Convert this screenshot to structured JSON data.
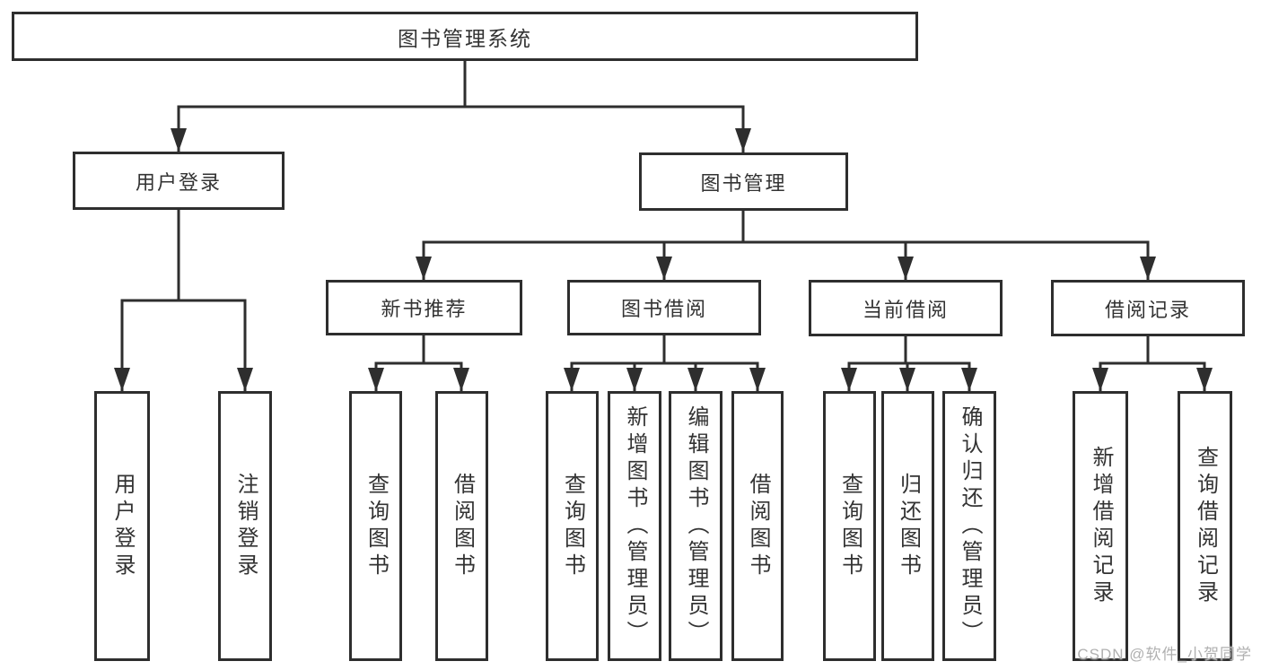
{
  "diagram": {
    "title": "图书管理系统",
    "level2": [
      {
        "label": "用户登录"
      },
      {
        "label": "图书管理"
      }
    ],
    "level3": [
      {
        "label": "新书推荐"
      },
      {
        "label": "图书借阅"
      },
      {
        "label": "当前借阅"
      },
      {
        "label": "借阅记录"
      }
    ],
    "leaves": [
      {
        "label": "用户登录"
      },
      {
        "label": "注销登录"
      },
      {
        "label": "查询图书"
      },
      {
        "label": "借阅图书"
      },
      {
        "label": "查询图书"
      },
      {
        "label": "新增图书（管理员）"
      },
      {
        "label": "编辑图书（管理员）"
      },
      {
        "label": "借阅图书"
      },
      {
        "label": "查询图书"
      },
      {
        "label": "归还图书"
      },
      {
        "label": "确认归还（管理员）"
      },
      {
        "label": "新增借阅记录"
      },
      {
        "label": "查询借阅记录"
      }
    ]
  },
  "watermark": "CSDN @软件_小贺同学",
  "colors": {
    "line": "#2e2e2e",
    "border": "#2e2e2e",
    "text": "#333333",
    "watermark": "#b0b0b0",
    "background": "#ffffff"
  }
}
